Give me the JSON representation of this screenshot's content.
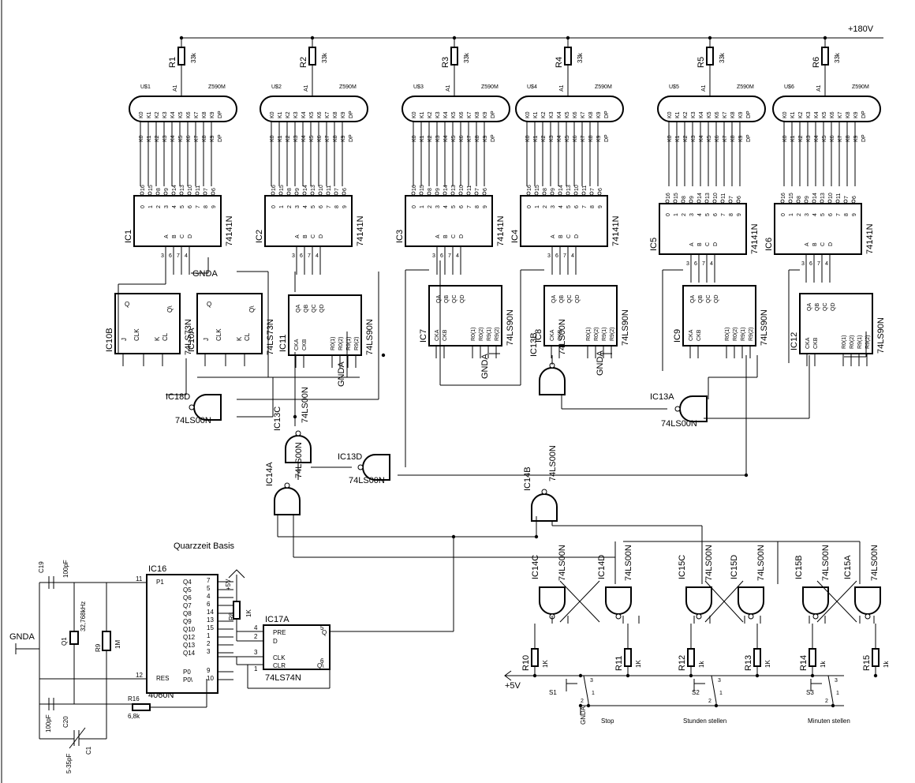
{
  "supply": "+180V",
  "gnda": "GNDA",
  "plus5v": "+5V",
  "tubes": [
    {
      "name": "U$1",
      "pin_a": "A1",
      "type": "Z590M",
      "res": "R1",
      "val": "33k"
    },
    {
      "name": "U$2",
      "pin_a": "A1",
      "type": "Z590M",
      "res": "R2",
      "val": "33k"
    },
    {
      "name": "U$3",
      "pin_a": "A1",
      "type": "Z590M",
      "res": "R3",
      "val": "33k"
    },
    {
      "name": "U$4",
      "pin_a": "A1",
      "type": "Z590M",
      "res": "R4",
      "val": "33k"
    },
    {
      "name": "U$5",
      "pin_a": "A1",
      "type": "Z590M",
      "res": "R5",
      "val": "33k"
    },
    {
      "name": "U$6",
      "pin_a": "A1",
      "type": "Z590M",
      "res": "R6",
      "val": "33k"
    }
  ],
  "tube_pins": [
    "K0",
    "K1",
    "K2",
    "K3",
    "K4",
    "K5",
    "K6",
    "K7",
    "K8",
    "K9",
    "DP"
  ],
  "decoder_pins": [
    "16",
    "15",
    "8",
    "9",
    "14",
    "13",
    "10",
    "11",
    "7",
    "6"
  ],
  "decoder_outs": [
    "0",
    "1",
    "2",
    "3",
    "4",
    "5",
    "6",
    "7",
    "8",
    "9"
  ],
  "decoder_in": [
    "A",
    "B",
    "C",
    "D"
  ],
  "decoders": [
    {
      "name": "IC1",
      "type": "74141N",
      "in_pins": [
        "3",
        "6",
        "7",
        "4"
      ]
    },
    {
      "name": "IC2",
      "type": "74141N",
      "in_pins": [
        "3",
        "6",
        "7",
        "4"
      ]
    },
    {
      "name": "IC3",
      "type": "74141N",
      "in_pins": [
        "3",
        "6",
        "7",
        "4"
      ]
    },
    {
      "name": "IC4",
      "type": "74141N",
      "in_pins": [
        "3",
        "6",
        "7",
        "4"
      ]
    },
    {
      "name": "IC5",
      "type": "74141N",
      "in_pins": [
        "3",
        "6",
        "7",
        "4"
      ]
    },
    {
      "name": "IC6",
      "type": "74141N",
      "in_pins": [
        "3",
        "6",
        "7",
        "4"
      ]
    }
  ],
  "counter_pins_l": [
    "QA",
    "QB",
    "QC",
    "QD"
  ],
  "counter_pins_r": [
    "CKA",
    "CKB",
    "R0(1)",
    "R0(2)",
    "R9(1)",
    "R9(2)"
  ],
  "counters": [
    {
      "name": "IC11",
      "type": "74LS90N"
    },
    {
      "name": "IC7",
      "type": "74LS90N"
    },
    {
      "name": "IC8",
      "type": "74LS90N"
    },
    {
      "name": "IC9",
      "type": "74LS90N"
    },
    {
      "name": "IC12",
      "type": "74LS90N"
    }
  ],
  "flipflops": [
    {
      "name": "IC10B",
      "type": "74LS73N",
      "pins": [
        "Q",
        "J",
        "CLK",
        "K",
        "CL",
        "Q\\"
      ]
    },
    {
      "name": "IC10A",
      "type": "74LS73N",
      "pins": [
        "Q",
        "J",
        "CLK",
        "K",
        "CL",
        "Q\\"
      ]
    }
  ],
  "gates": [
    {
      "name": "IC18D",
      "type": "74LS00N"
    },
    {
      "name": "IC13C",
      "type": "74LS00N"
    },
    {
      "name": "IC13D",
      "type": "74LS00N"
    },
    {
      "name": "IC13B",
      "type": "74LS00N"
    },
    {
      "name": "IC13A",
      "type": "74LS00N"
    },
    {
      "name": "IC14A",
      "type": "74LS00N"
    },
    {
      "name": "IC14B",
      "type": "74LS00N"
    },
    {
      "name": "IC14C",
      "type": "74LS00N"
    },
    {
      "name": "IC14D",
      "type": "74LS00N"
    },
    {
      "name": "IC15C",
      "type": "74LS00N"
    },
    {
      "name": "IC15D",
      "type": "74LS00N"
    },
    {
      "name": "IC15B",
      "type": "74LS00N"
    },
    {
      "name": "IC15A",
      "type": "74LS00N"
    }
  ],
  "osc": {
    "title": "Quarzzeit Basis",
    "ic": "IC16",
    "type": "4060N",
    "pins_l": [
      "P1",
      "RES"
    ],
    "pins_r": [
      "Q4",
      "Q5",
      "Q6",
      "Q7",
      "Q8",
      "Q9",
      "Q10",
      "Q12",
      "Q13",
      "Q14",
      "P0",
      "P0\\"
    ],
    "pin_nums_r": [
      "7",
      "5",
      "4",
      "6",
      "14",
      "13",
      "15",
      "1",
      "2",
      "3",
      "9",
      "10"
    ],
    "c19": "C19",
    "c19_val": "100pF",
    "c20": "C20",
    "c20_val": "100pF",
    "c1": "C1",
    "c1_val": "5-35pF",
    "q1": "Q1",
    "q1_val": "32,768kHz",
    "r9": "R9",
    "r9_val": "1M",
    "r16": "R16",
    "r16_val": "6,8k"
  },
  "dff": {
    "name": "IC17A",
    "type": "74LS74N",
    "pins": [
      "PRE",
      "D",
      "CLK",
      "CLR",
      "Q",
      "Q\\"
    ],
    "r8": "R8",
    "r8_val": "1K"
  },
  "pullups": [
    {
      "name": "R10",
      "val": "1K"
    },
    {
      "name": "R11",
      "val": "1K"
    },
    {
      "name": "R12",
      "val": "1k"
    },
    {
      "name": "R13",
      "val": "1K"
    },
    {
      "name": "R14",
      "val": "1k"
    },
    {
      "name": "R15",
      "val": "1k"
    }
  ],
  "switches": [
    {
      "name": "S1",
      "label": "Stop"
    },
    {
      "name": "S2",
      "label": "Stunden stellen"
    },
    {
      "name": "S3",
      "label": "Minuten stellen"
    }
  ]
}
